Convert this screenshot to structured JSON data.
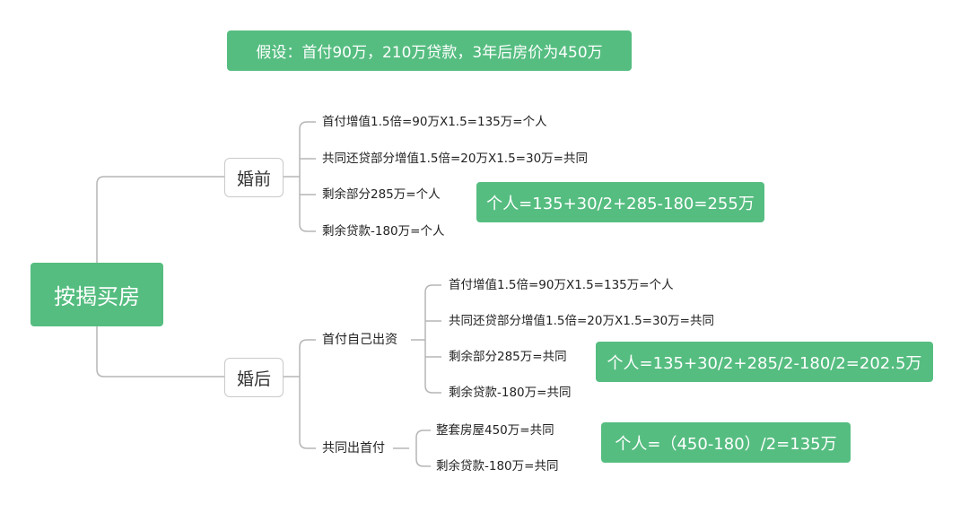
{
  "colors": {
    "accent_green": "#55bd80",
    "line_gray": "#b5b5b5",
    "node_border": "#c9c9c9"
  },
  "assumption": "假设：首付90万，210万贷款，3年后房价为450万",
  "root": "按揭买房",
  "before": {
    "label": "婚前",
    "items": [
      "首付增值1.5倍=90万X1.5=135万=个人",
      "共同还贷部分增值1.5倍=20万X1.5=30万=共同",
      "剩余部分285万=个人",
      "剩余贷款-180万=个人"
    ],
    "result": "个人=135+30/2+285-180=255万"
  },
  "after": {
    "label": "婚后",
    "self_pay": {
      "label": "首付自己出资",
      "items": [
        "首付增值1.5倍=90万X1.5=135万=个人",
        "共同还贷部分增值1.5倍=20万X1.5=30万=共同",
        "剩余部分285万=共同",
        "剩余贷款-180万=共同"
      ],
      "result": "个人=135+30/2+285/2-180/2=202.5万"
    },
    "joint_pay": {
      "label": "共同出首付",
      "items": [
        "整套房屋450万=共同",
        "剩余贷款-180万=共同"
      ],
      "result": "个人=（450-180）/2=135万"
    }
  }
}
